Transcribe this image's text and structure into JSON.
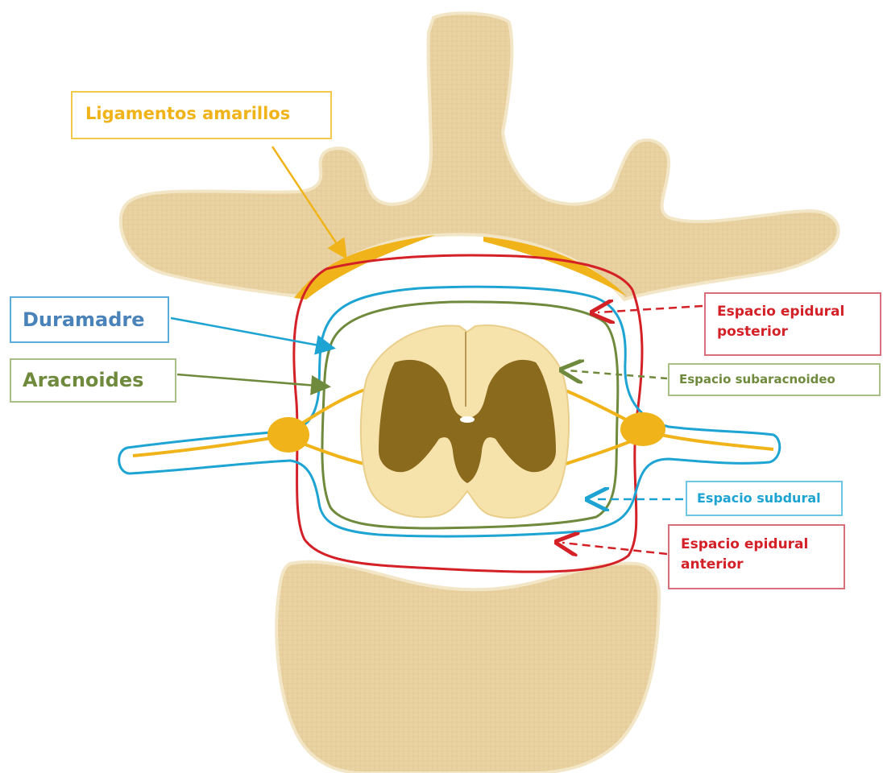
{
  "labels": {
    "ligamentos_amarillos": "Ligamentos amarillos",
    "duramadre": "Duramadre",
    "aracnoides": "Aracnoides",
    "espacio_epidural_posterior": [
      "Espacio epidural",
      "posterior"
    ],
    "espacio_subaracnoideo": "Espacio subaracnoideo",
    "espacio_subdural": "Espacio subdural",
    "espacio_epidural_anterior": [
      "Espacio epidural",
      "anterior"
    ]
  },
  "colors": {
    "bone": "#ead3a3",
    "bone_edge": "#d9bd86",
    "ligament": "#f0b41a",
    "dura": "#1ea4d2",
    "arachnoid": "#6f8a3c",
    "epidural": "#d42027",
    "white_matter": "#f6e2ab",
    "gray_matter": "#8a6a1c",
    "nerve": "#f0b41a"
  }
}
